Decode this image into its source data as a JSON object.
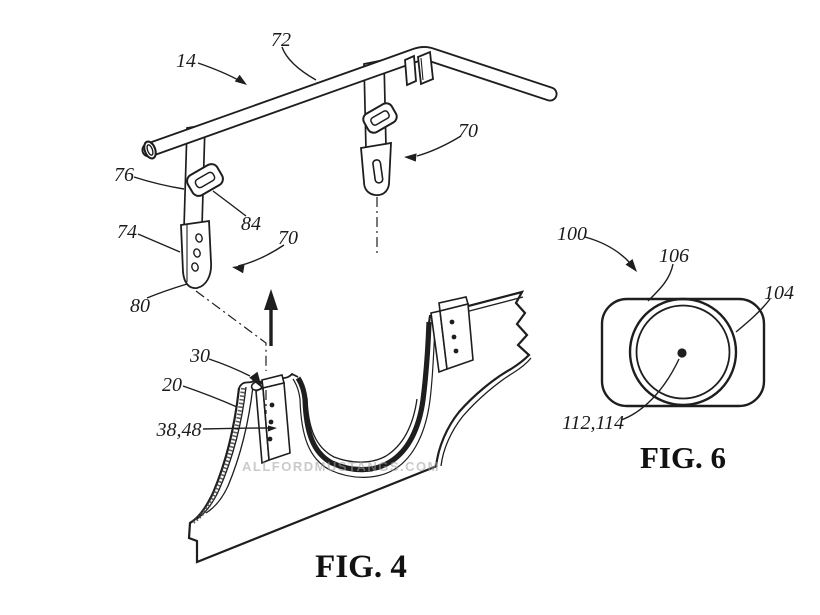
{
  "watermark": {
    "text": "ALLFORDMUSTANGS.COM"
  },
  "colors": {
    "ink": "#1e1e1e",
    "background": "#ffffff",
    "watermark": "#a0a0a0"
  },
  "figures": {
    "fig4": {
      "caption": "FIG. 4",
      "labels": [
        "14",
        "72",
        "70",
        "76",
        "84",
        "74",
        "80",
        "70",
        "30",
        "20",
        "38,48"
      ]
    },
    "fig6": {
      "caption": "FIG. 6",
      "labels": [
        "100",
        "106",
        "104",
        "112,114"
      ]
    }
  }
}
